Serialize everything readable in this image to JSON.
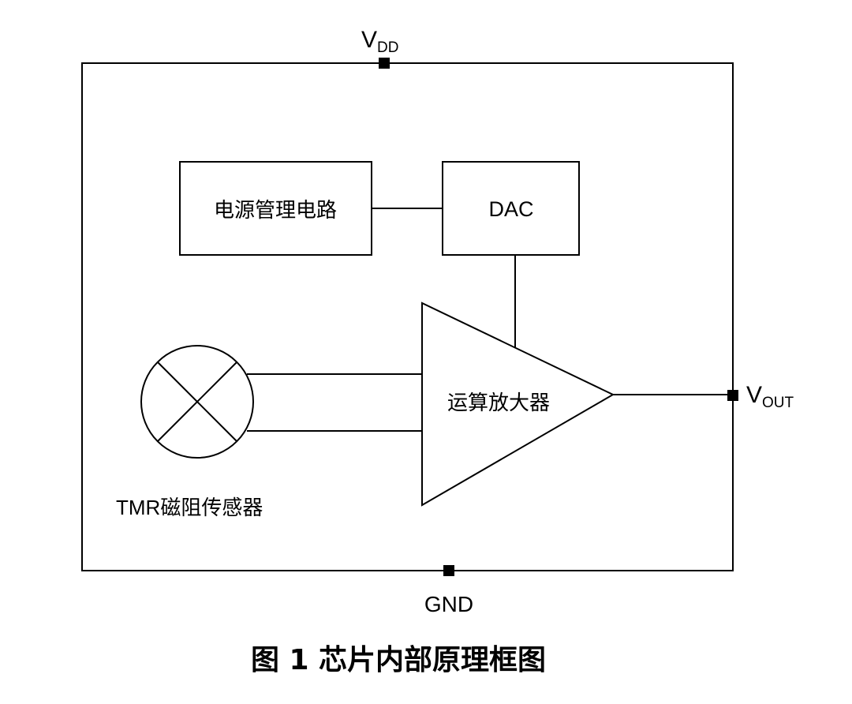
{
  "pins": {
    "vdd": {
      "main": "V",
      "sub": "DD"
    },
    "vout": {
      "main": "V",
      "sub": "OUT"
    },
    "gnd": "GND"
  },
  "blocks": {
    "power_management": "电源管理电路",
    "dac": "DAC",
    "opamp": "运算放大器",
    "sensor": "TMR磁阻传感器"
  },
  "caption": "图 1 芯片内部原理框图",
  "colors": {
    "stroke": "#000000",
    "background": "#ffffff"
  }
}
